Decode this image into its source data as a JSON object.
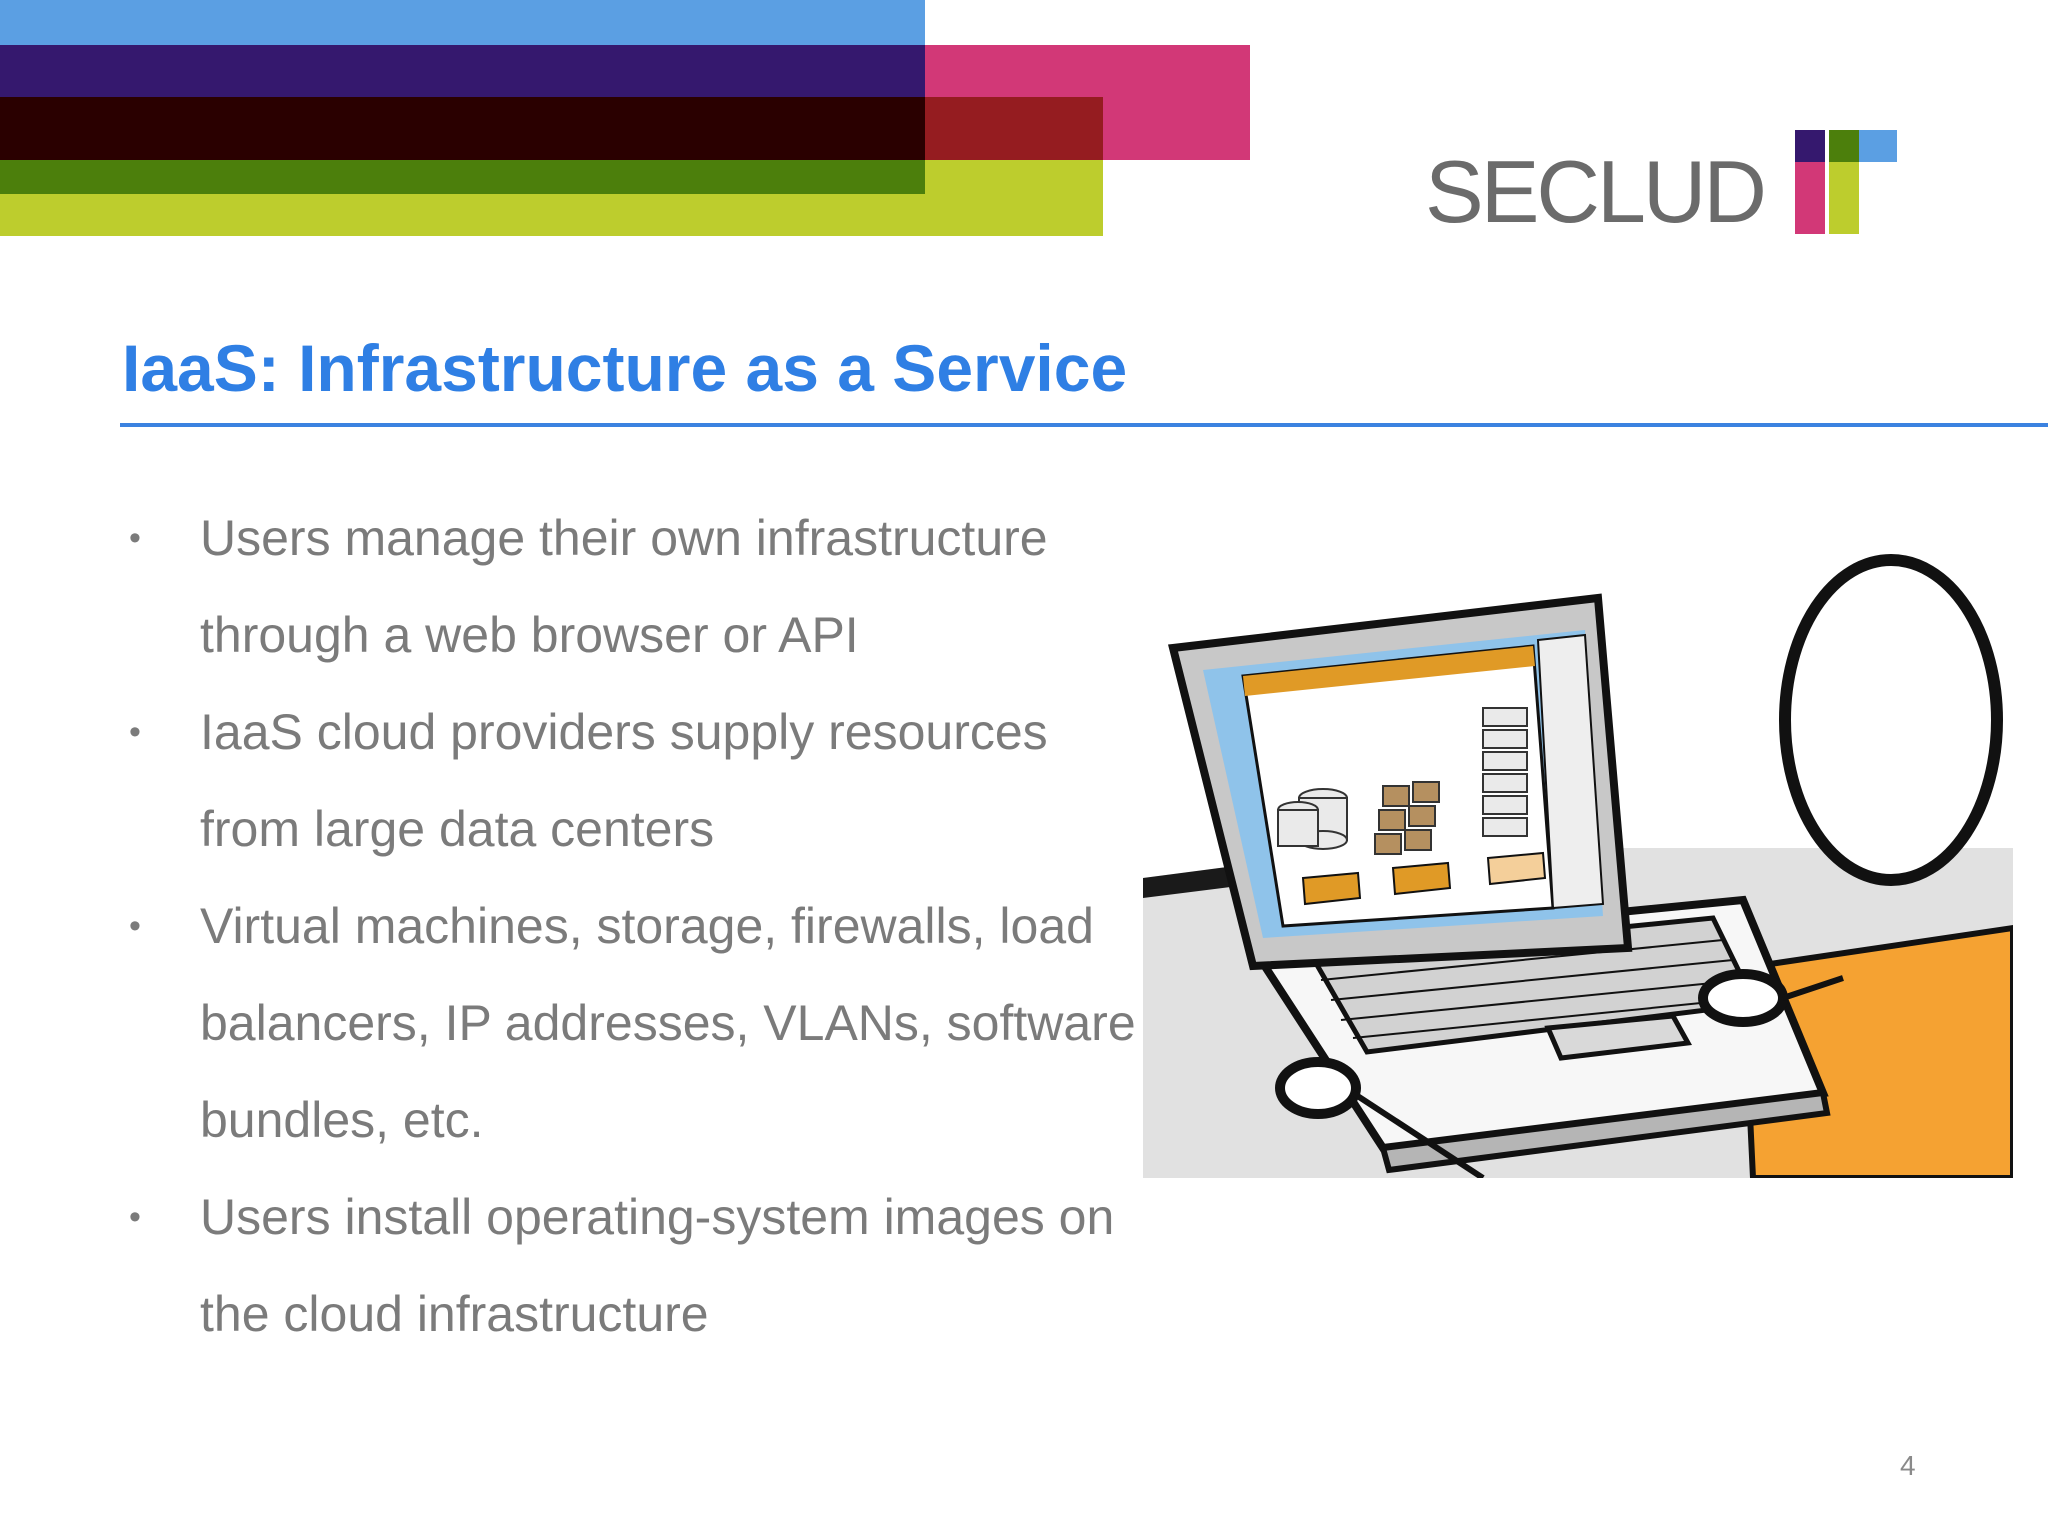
{
  "slide": {
    "title": "IaaS: Infrastructure as a Service",
    "bullets": [
      "Users manage their own infrastructure through a web browser or API",
      "IaaS cloud providers supply resources from large data centers",
      "Virtual machines, storage, firewalls, load balancers, IP addresses, VLANs, software bundles, etc.",
      "Users install operating-system images on the cloud infrastructure"
    ],
    "bullet_marker": "•",
    "page_number": "4"
  },
  "logo": {
    "text": "SECLUD",
    "mark_letters": "IT"
  },
  "colors": {
    "title": "#2f7fe4",
    "body_text": "#7b7b7b",
    "rule": "#3b82e0",
    "band_blue": "#5b9fe3",
    "band_purple": "#35186e",
    "band_pink": "#d23877",
    "band_dark": "#2a0000",
    "band_red": "#951c20",
    "band_green": "#4c7f0c",
    "band_lime": "#bdcd2d",
    "accent_orange": "#f5a232"
  }
}
